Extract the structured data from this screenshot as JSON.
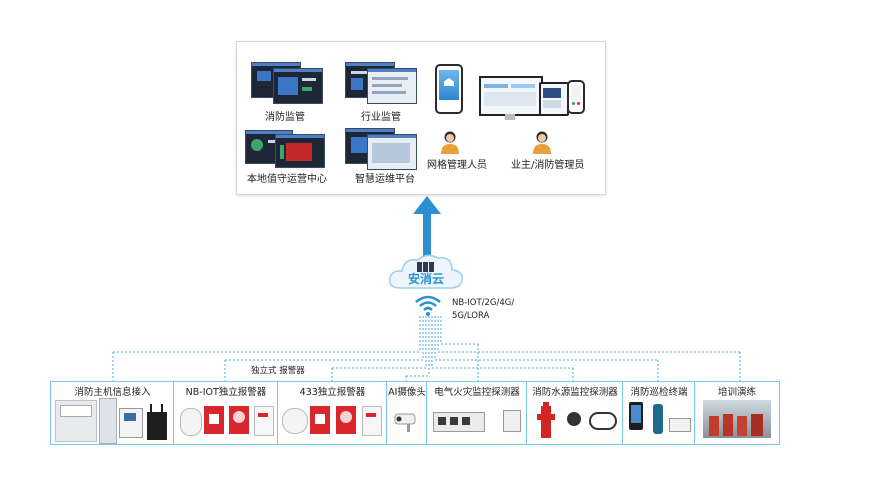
{
  "platform": {
    "modules": [
      {
        "label": "消防监管"
      },
      {
        "label": "行业监管"
      },
      {
        "label": "本地值守运营中心"
      },
      {
        "label": "智慧运维平台"
      }
    ],
    "roles": [
      {
        "label": "网格管理人员"
      },
      {
        "label": "业主/消防管理员"
      }
    ]
  },
  "cloud": {
    "label": "安消云"
  },
  "network": {
    "line1": "NB-IOT/2G/4G/",
    "line2": "5G/LORA"
  },
  "side_label": "独立式 报警器",
  "devices": [
    {
      "title": "消防主机信息接入"
    },
    {
      "title": "NB-IOT独立报警器"
    },
    {
      "title": "433独立报警器"
    },
    {
      "title": "AI摄像头"
    },
    {
      "title": "电气火灾监控探测器"
    },
    {
      "title": "消防水源监控探测器"
    },
    {
      "title": "消防巡检终端"
    },
    {
      "title": "培训演练"
    }
  ],
  "colors": {
    "arrow": "#2b8fd1",
    "line": "#4aa8e0",
    "box_border": "#7dc7ef",
    "cloud_text": "#2b8fd1"
  }
}
